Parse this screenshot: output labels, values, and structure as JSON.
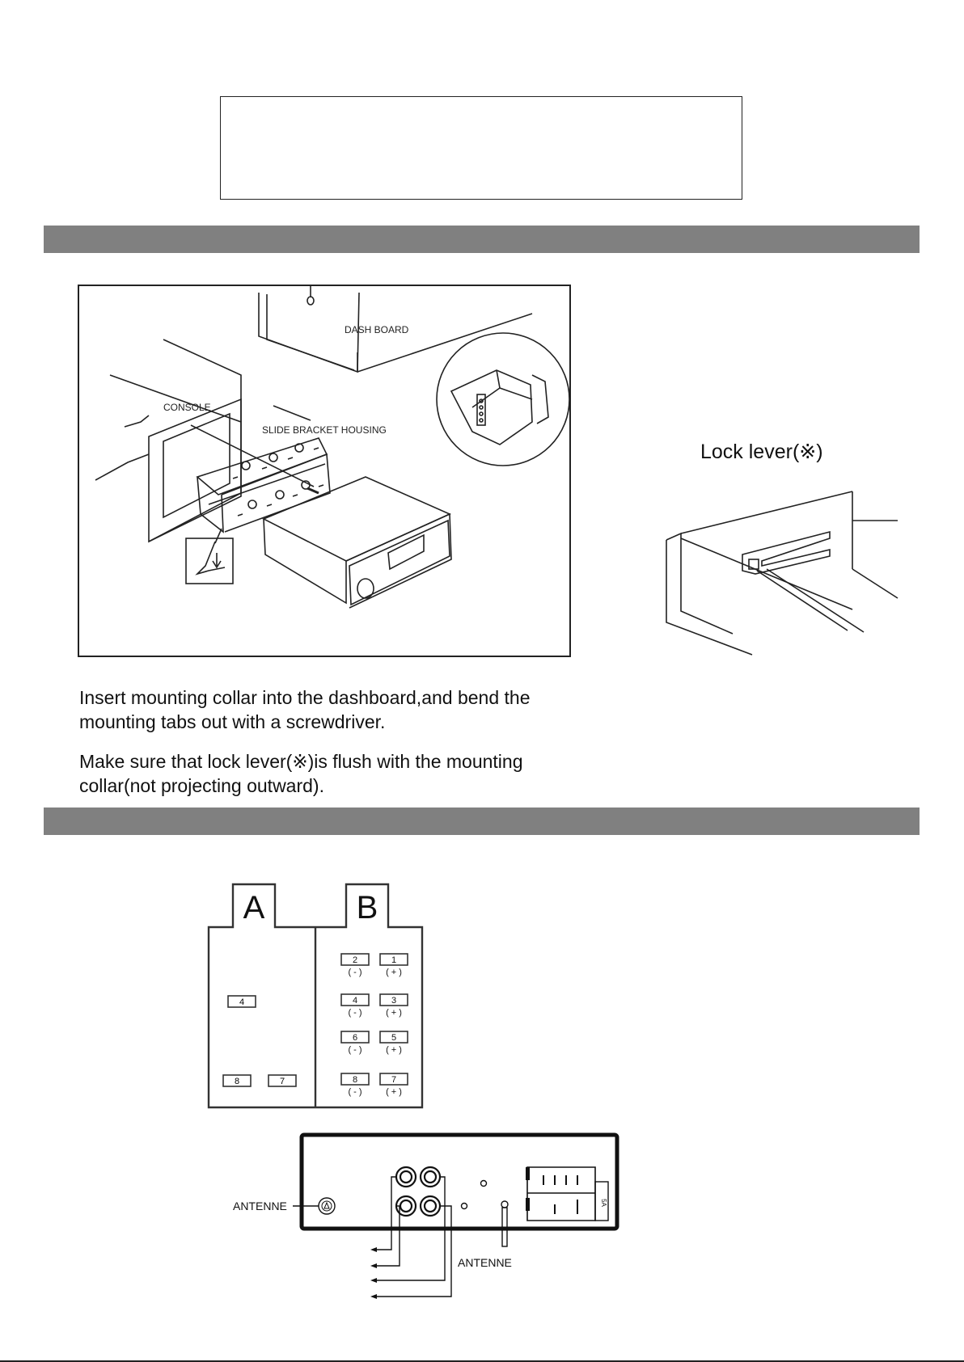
{
  "figure1": {
    "dashboard_label": "DASH BOARD",
    "console_label": "CONSOLE",
    "bracket_label": "SLIDE BRACKET HOUSING"
  },
  "lock_lever_label": "Lock  lever(※)",
  "instructions": {
    "line1": "Insert mounting collar into the dashboard,and bend the mounting tabs out with a screwdriver.",
    "line2": "Make sure that lock lever(※)is flush  with the mounting collar(not projecting outward)."
  },
  "connector": {
    "a_label": "A",
    "b_label": "B",
    "a_pins": [
      "4",
      "8",
      "7"
    ],
    "b_rows": [
      {
        "left": "2",
        "right": "1",
        "left_sign": "( - )",
        "right_sign": "( + )"
      },
      {
        "left": "4",
        "right": "3",
        "left_sign": "( - )",
        "right_sign": "( + )"
      },
      {
        "left": "6",
        "right": "5",
        "left_sign": "( - )",
        "right_sign": "( + )"
      },
      {
        "left": "8",
        "right": "7",
        "left_sign": "( - )",
        "right_sign": "( + )"
      }
    ]
  },
  "rear_panel": {
    "antenna_left_label": "ANTENNE",
    "antenna_bottom_label": "ANTENNE",
    "fuse_label": "5A"
  }
}
